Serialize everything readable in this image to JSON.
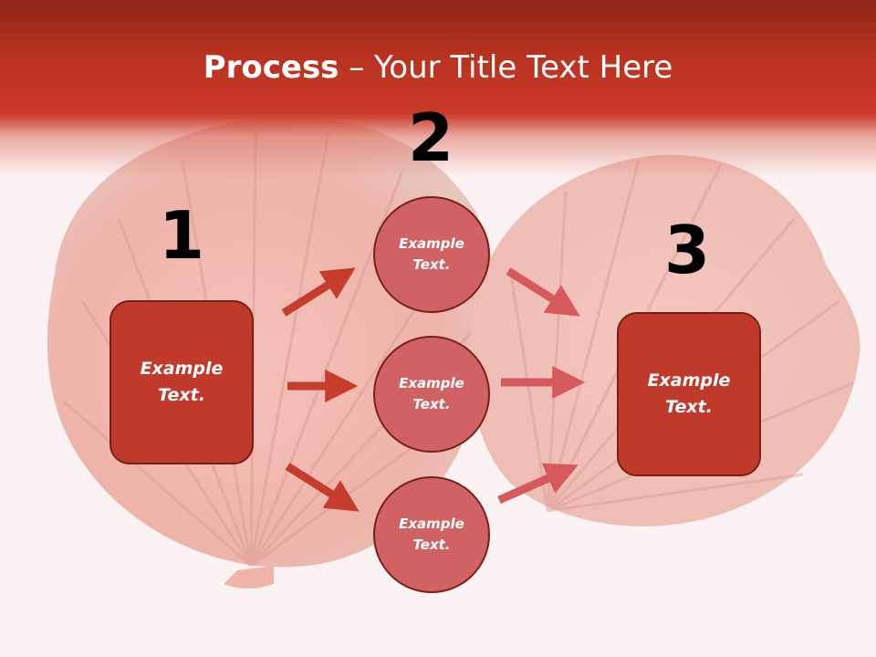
{
  "slide": {
    "title_bold": "Process",
    "title_rest": " – Your Title Text Here"
  },
  "steps": [
    {
      "number": "1",
      "line1": "Example",
      "line2": "Text."
    },
    {
      "number": "2",
      "line1": "Example",
      "line2": "Text."
    },
    {
      "number": "3",
      "line1": "Example",
      "line2": "Text."
    }
  ],
  "circles": [
    {
      "line1": "Example",
      "line2": "Text."
    },
    {
      "line1": "Example",
      "line2": "Text."
    },
    {
      "line1": "Example",
      "line2": "Text."
    }
  ],
  "colors": {
    "header": "#c93b28",
    "box_fill": "#c03a2b",
    "circle_fill": "#d06264",
    "outline": "#7a1f16",
    "arrow_left": "#c43d2d",
    "arrow_right": "#d65a5c"
  },
  "background": {
    "image": "scallop-shells-photo"
  }
}
